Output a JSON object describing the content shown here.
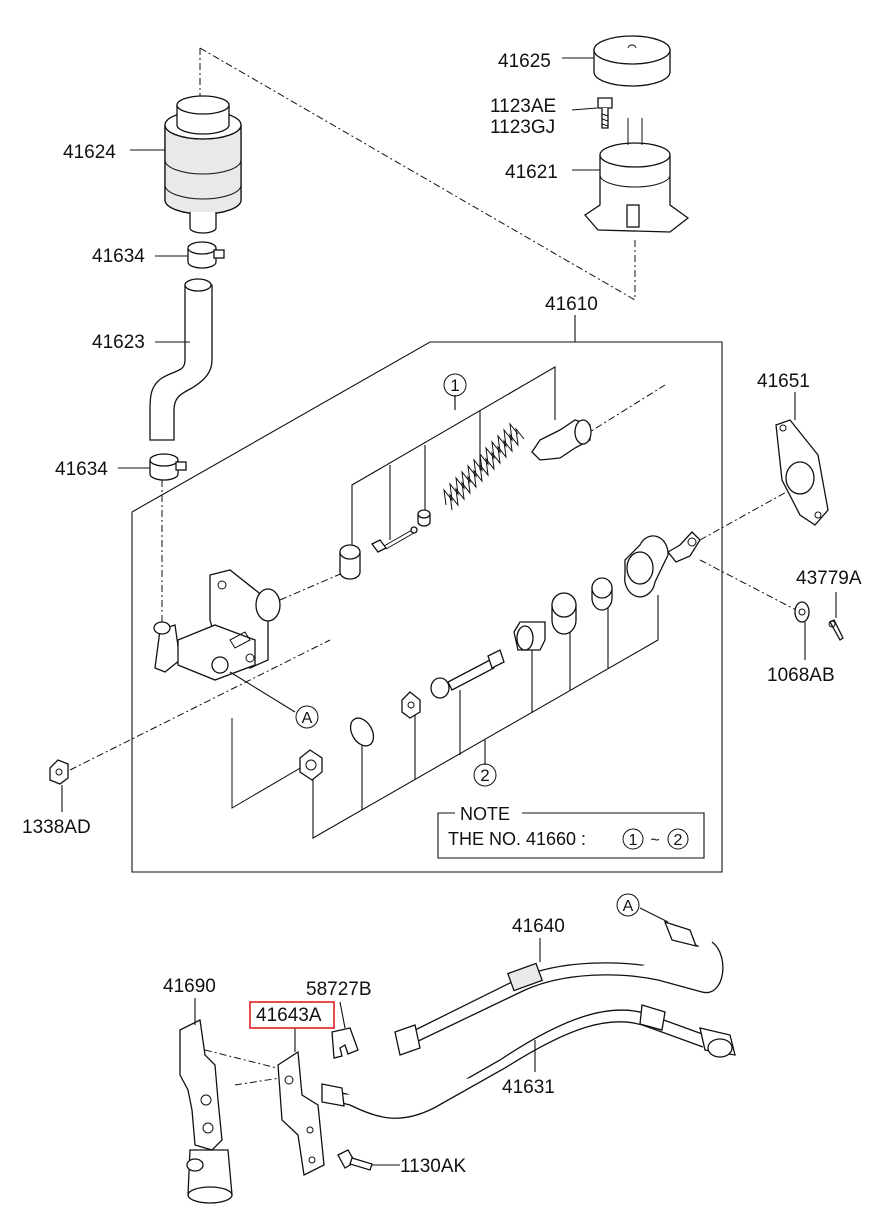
{
  "parts": {
    "p41625": "41625",
    "p1123AE": "1123AE",
    "p1123GJ": "1123GJ",
    "p41621": "41621",
    "p41624": "41624",
    "p41634_top": "41634",
    "p41623": "41623",
    "p41634_bot": "41634",
    "p41610": "41610",
    "p41651": "41651",
    "p43779A": "43779A",
    "p1068AB": "1068AB",
    "p1338AD": "1338AD",
    "p41640": "41640",
    "p41690": "41690",
    "p58727B": "58727B",
    "p41643A": "41643A",
    "p41631": "41631",
    "p1130AK": "1130AK"
  },
  "callouts": {
    "one": "1",
    "two": "2",
    "a_upper": "A",
    "a_lower": "A"
  },
  "note": {
    "title": "NOTE",
    "text": "THE NO. 41660 :",
    "range_start": "1",
    "range_sep": "~",
    "range_end": "2"
  },
  "highlight_color": "#e02020"
}
